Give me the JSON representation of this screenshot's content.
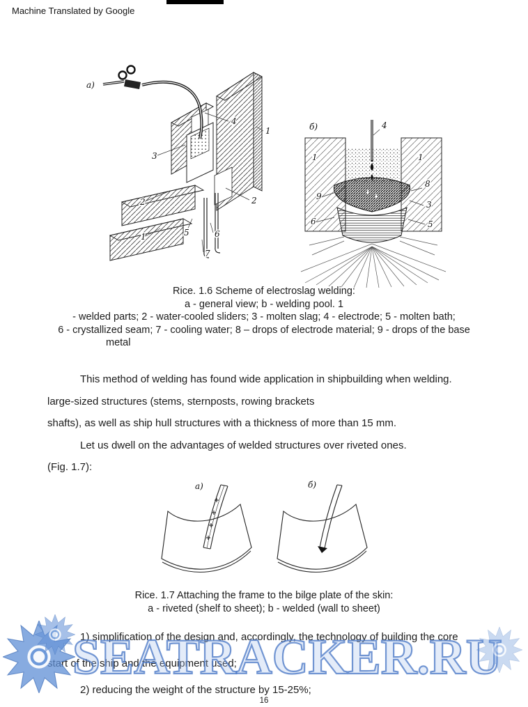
{
  "header": {
    "notice": "Machine Translated by Google"
  },
  "figures": {
    "fig16": {
      "panel_a_tag": "a)",
      "panel_b_tag": "б)",
      "callouts_a": {
        "n1_top": "1",
        "n4": "4",
        "n3": "3",
        "n2_left": "2",
        "n2_right": "2",
        "n1_bottom": "1",
        "n5": "5",
        "n6": "6",
        "n7": "7"
      },
      "callouts_b": {
        "n1_left": "1",
        "n4": "4",
        "n1_right": "1",
        "n8": "8",
        "n9": "9",
        "n3": "3",
        "n6": "6",
        "n5": "5"
      },
      "caption": [
        "Rice. 1.6 Scheme of electroslag welding:",
        "a - general view; b - welding pool. 1",
        "- welded parts; 2 - water-cooled sliders; 3 - molten slag; 4 - electrode; 5 - molten bath;",
        "6 - crystallized seam; 7 - cooling water; 8 – drops of electrode material; 9 - drops of the base",
        "metal"
      ]
    },
    "fig17": {
      "panel_a_tag": "a)",
      "panel_b_tag": "б)",
      "caption": [
        "Rice. 1.7 Attaching the frame to the bilge plate of the skin:",
        "a - riveted (shelf to sheet); b - welded (wall to sheet)"
      ]
    }
  },
  "body_lines": [
    "This method of welding has found wide application in shipbuilding when welding.",
    "large-sized structures (stems, sternposts, rowing brackets",
    "shafts), as well as ship hull structures with a thickness of more than 15 mm.",
    "Let us dwell on the advantages of welded structures over riveted ones.",
    "(Fig. 1.7):"
  ],
  "advantages_lines": [
    "1) simplification of the design and, accordingly, the technology of building the core",
    "start of the ship and the equipment used;",
    "2) reducing the weight of the structure by 15-25%;"
  ],
  "watermark": {
    "text": "SEATRACKER.RU",
    "accent_color": "#5b8dd9"
  },
  "footer": {
    "page_number": "16"
  }
}
